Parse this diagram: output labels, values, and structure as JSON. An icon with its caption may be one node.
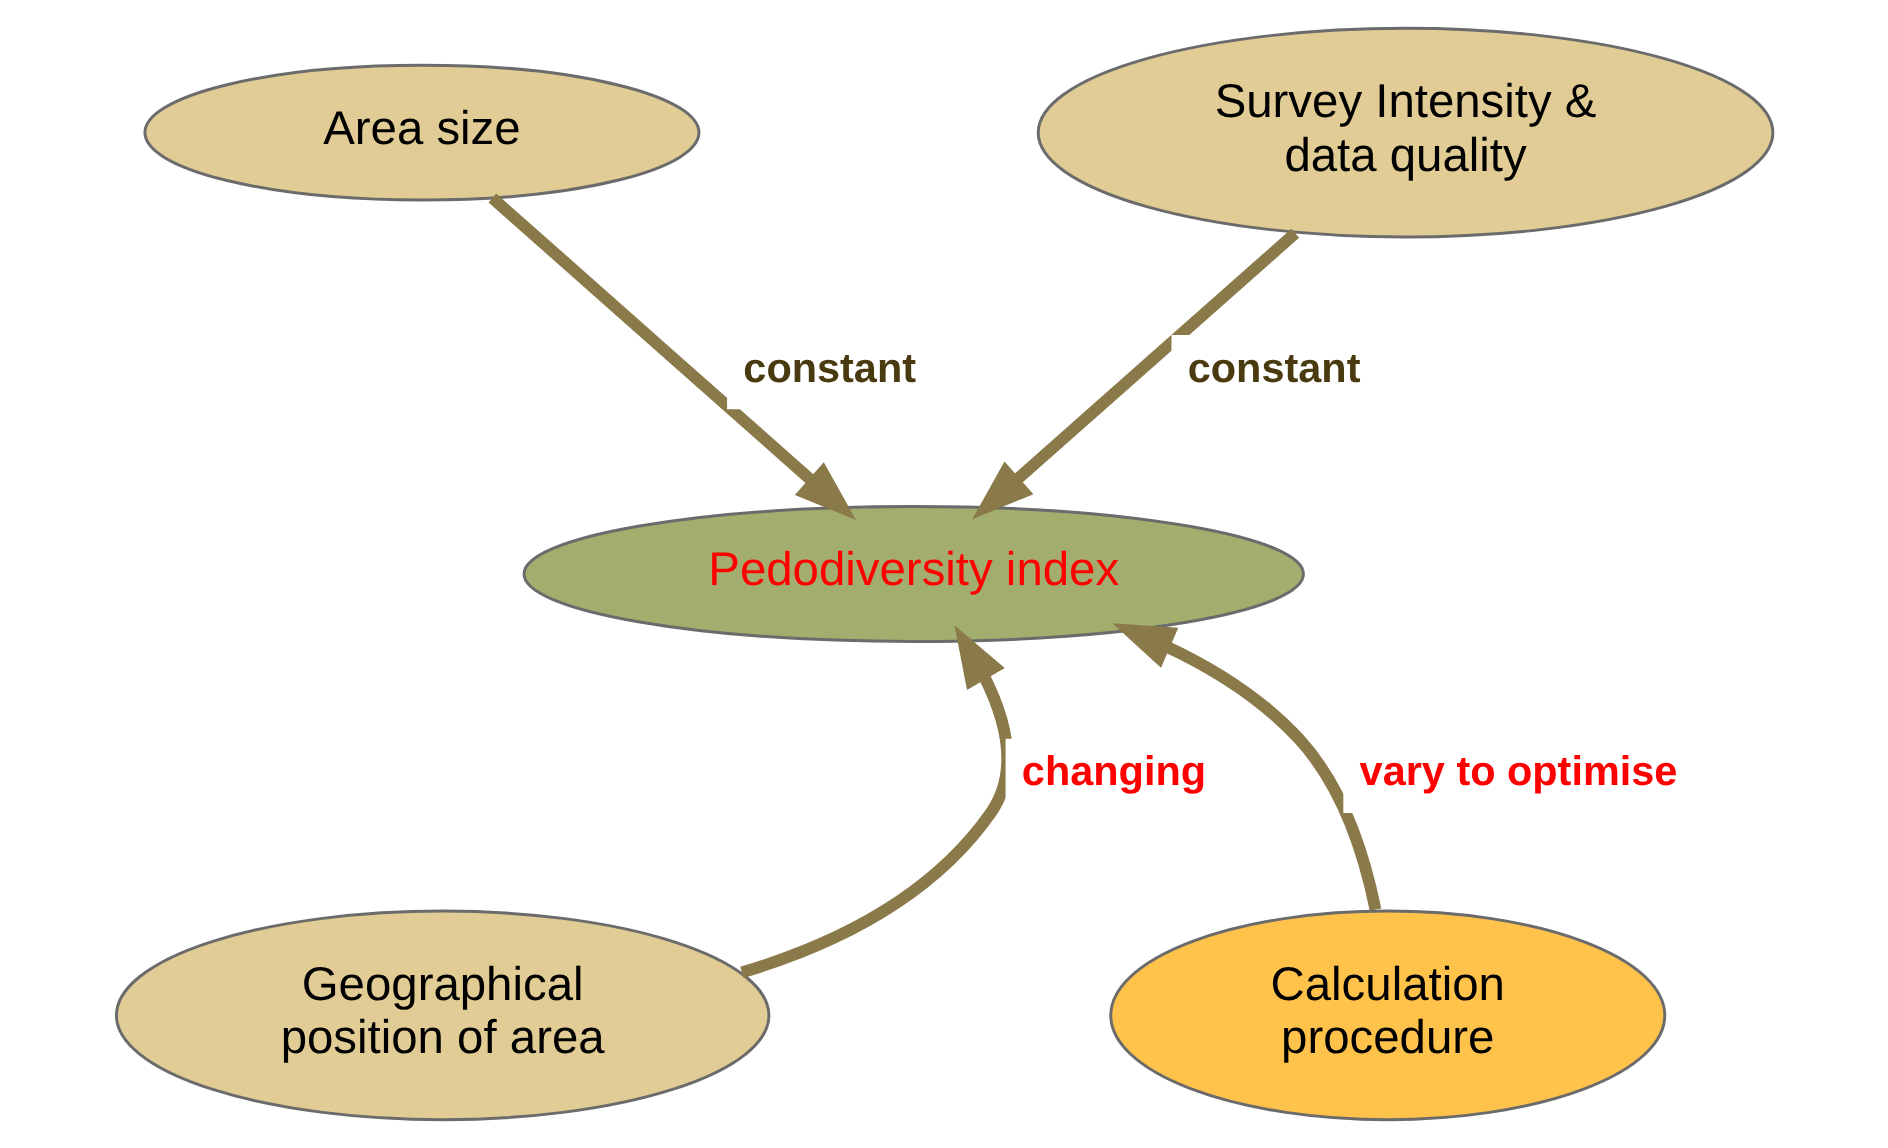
{
  "diagram": {
    "nodes": [
      {
        "text": [
          "Area size"
        ]
      },
      {
        "text": [
          "Survey Intensity & data quality"
        ]
      },
      {
        "text": [
          "Pedodiversity index"
        ]
      },
      {
        "text": [
          "Geographical position of area"
        ]
      },
      {
        "text": [
          "Calculation procedure"
        ]
      }
    ],
    "edges": [
      {
        "from": 0,
        "to": 2,
        "arrow": "to",
        "label": "constant"
      },
      {
        "from": 1,
        "to": 2,
        "arrow": "to",
        "label": "constant"
      },
      {
        "from": 3,
        "to": 2,
        "arrow": "to",
        "label": "changing"
      },
      {
        "from": 4,
        "to": 2,
        "arrow": "to",
        "label": "vary to optimise"
      }
    ]
  }
}
